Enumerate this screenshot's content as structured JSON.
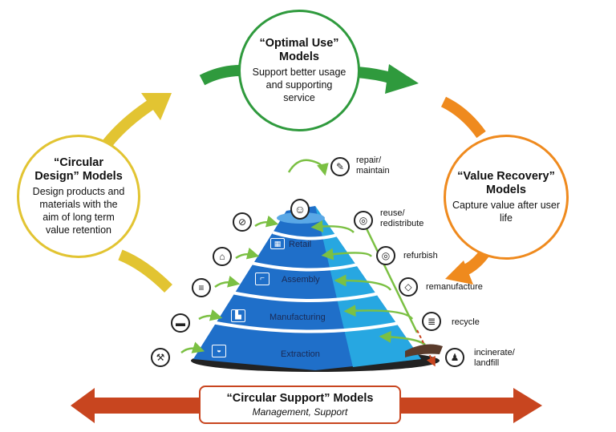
{
  "circles": {
    "optimal_use": {
      "title": "“Optimal Use” Models",
      "description": "Support better usage and supporting service"
    },
    "circular_design": {
      "title": "“Circular Design” Models",
      "description": "Design products and materials with the aim of long term value retention"
    },
    "value_recovery": {
      "title": "“Value Recovery” Models",
      "description": "Capture value after user life"
    }
  },
  "support": {
    "title": "“Circular Support” Models",
    "subtitle": "Management, Support"
  },
  "layers": [
    "Retail",
    "Assembly",
    "Manufacturing",
    "Extraction"
  ],
  "loops": {
    "repair": "repair/ maintain",
    "reuse": "reuse/ redistribute",
    "refurbish": "refurbish",
    "remanufacture": "remanufacture",
    "recycle": "recycle",
    "incinerate": "incinerate/ landfill"
  },
  "colors": {
    "green_arrow": "#2f9a3d",
    "yellow_arrow": "#e2c432",
    "orange_arrow": "#ef8a1e",
    "red_arrow": "#c8451f",
    "pyramid_dark": "#1f6fc9",
    "pyramid_light": "#27a7e1",
    "loop_arrow": "#7bc043"
  },
  "icons": {
    "top_person": "person-icon",
    "repair": "wrench-icon",
    "reuse": "bicycle-icon",
    "refurbish": "bicycle-icon",
    "remanufacture": "gear-part-icon",
    "recycle": "materials-icon",
    "incinerate": "bag-icon",
    "retail": "shop-icon",
    "assembly": "robot-arm-icon",
    "manufacturing": "factory-icon",
    "extraction": "mine-cart-icon"
  }
}
